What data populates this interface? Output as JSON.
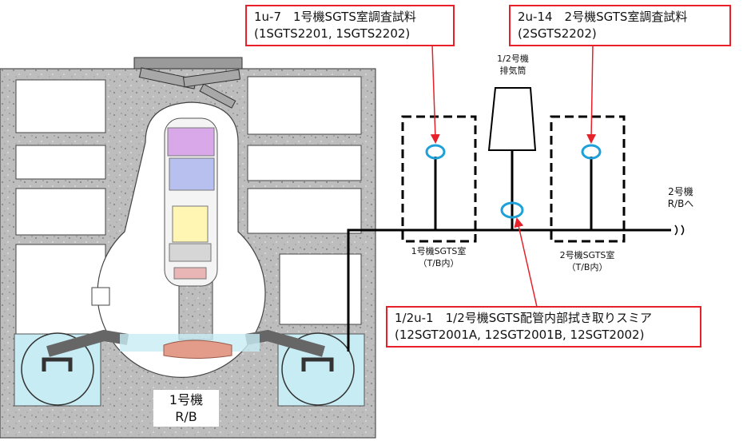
{
  "callouts": {
    "unit1_sample": {
      "line1": "1u-7　1号機SGTS室調査試料",
      "line2": "(1SGTS2201, 1SGTS2202)"
    },
    "unit2_sample": {
      "line1": "2u-14　2号機SGTS室調査試料",
      "line2": "(2SGTS2202)"
    },
    "pipe_smear": {
      "line1": "1/2u-1　1/2号機SGTS配管内部拭き取りスミア",
      "line2": "(12SGT2001A, 12SGT2001B, 12SGT2002)"
    }
  },
  "labels": {
    "stack_line1": "1/2号機",
    "stack_line2": "排気筒",
    "room1_line1": "1号機SGTS室",
    "room1_line2": "（T/B内）",
    "room2_line1": "2号機SGTS室",
    "room2_line2": "（T/B内）",
    "to_unit2_line1": "2号機",
    "to_unit2_line2": "R/Bへ",
    "building_line1": "1号機",
    "building_line2": "R/B"
  },
  "colors": {
    "callout_border": "#e8202a",
    "arrow": "#e8202a",
    "sample_marker": "#1fa0d8",
    "concrete": "#b9b9b9",
    "water": "#c8ecf4"
  }
}
